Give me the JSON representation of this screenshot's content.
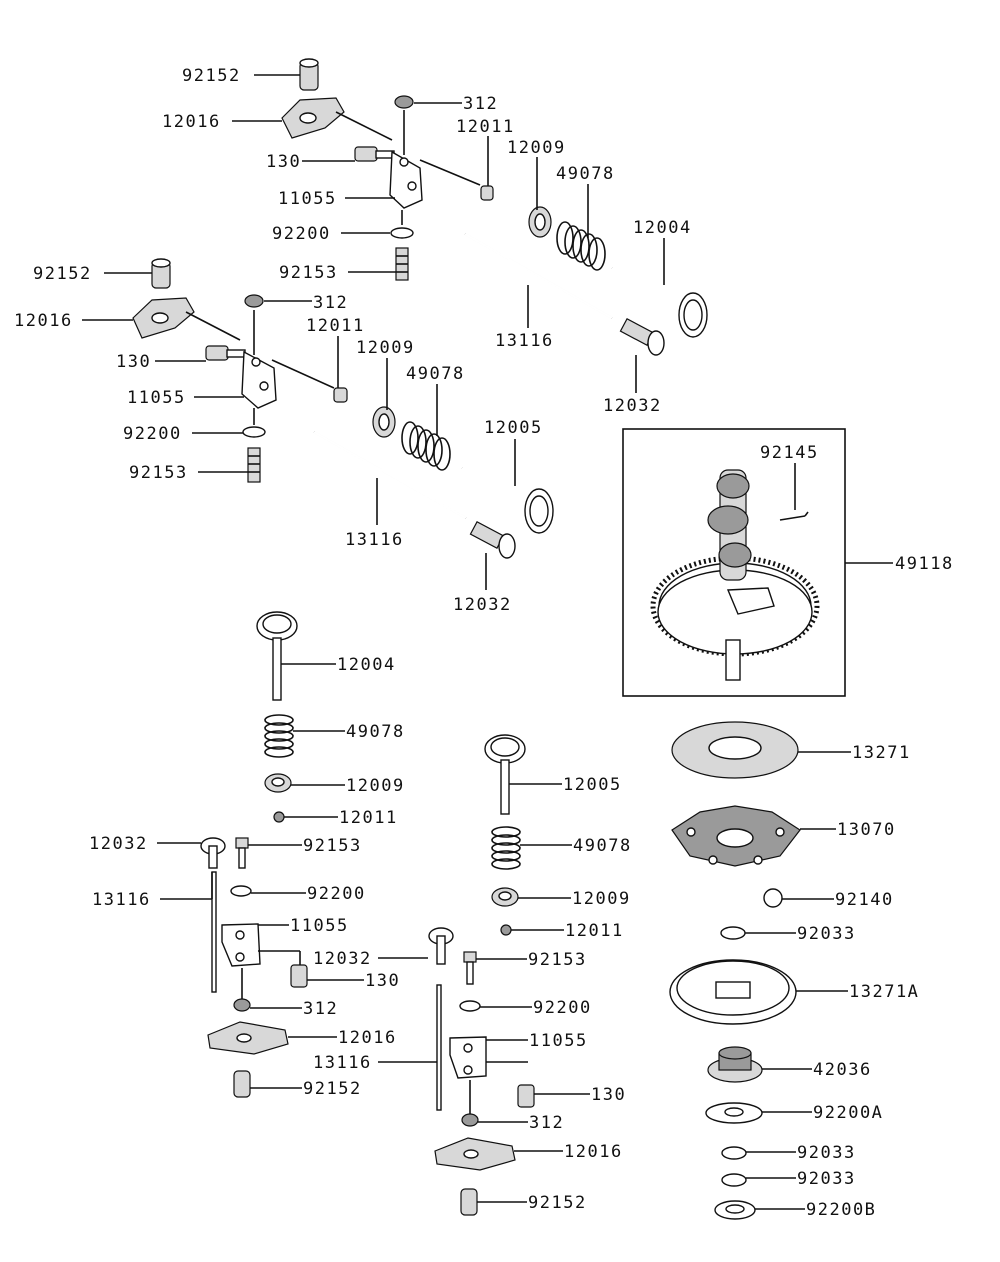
{
  "diagram": {
    "labels": [
      {
        "id": "l01",
        "text": "92152"
      },
      {
        "id": "l02",
        "text": "12016"
      },
      {
        "id": "l03",
        "text": "312"
      },
      {
        "id": "l04",
        "text": "12011"
      },
      {
        "id": "l05",
        "text": "130"
      },
      {
        "id": "l06",
        "text": "12009"
      },
      {
        "id": "l07",
        "text": "49078"
      },
      {
        "id": "l08",
        "text": "11055"
      },
      {
        "id": "l09",
        "text": "12004"
      },
      {
        "id": "l10",
        "text": "92200"
      },
      {
        "id": "l11",
        "text": "92153"
      },
      {
        "id": "l12",
        "text": "92152"
      },
      {
        "id": "l13",
        "text": "312"
      },
      {
        "id": "l14",
        "text": "12016"
      },
      {
        "id": "l15",
        "text": "12011"
      },
      {
        "id": "l16",
        "text": "13116"
      },
      {
        "id": "l17",
        "text": "130"
      },
      {
        "id": "l18",
        "text": "12009"
      },
      {
        "id": "l19",
        "text": "49078"
      },
      {
        "id": "l20",
        "text": "11055"
      },
      {
        "id": "l21",
        "text": "12032"
      },
      {
        "id": "l22",
        "text": "92200"
      },
      {
        "id": "l23",
        "text": "12005"
      },
      {
        "id": "l24",
        "text": "92145"
      },
      {
        "id": "l25",
        "text": "92153"
      },
      {
        "id": "l26",
        "text": "49118"
      },
      {
        "id": "l27",
        "text": "13116"
      },
      {
        "id": "l28",
        "text": "12032"
      },
      {
        "id": "l29",
        "text": "12004"
      },
      {
        "id": "l30",
        "text": "49078"
      },
      {
        "id": "l31",
        "text": "13271"
      },
      {
        "id": "l32",
        "text": "12005"
      },
      {
        "id": "l33",
        "text": "12009"
      },
      {
        "id": "l34",
        "text": "12011"
      },
      {
        "id": "l35",
        "text": "13070"
      },
      {
        "id": "l36",
        "text": "12032"
      },
      {
        "id": "l37",
        "text": "92153"
      },
      {
        "id": "l38",
        "text": "49078"
      },
      {
        "id": "l39",
        "text": "13116"
      },
      {
        "id": "l40",
        "text": "92200"
      },
      {
        "id": "l41",
        "text": "92140"
      },
      {
        "id": "l42",
        "text": "11055"
      },
      {
        "id": "l43",
        "text": "12009"
      },
      {
        "id": "l44",
        "text": "92033"
      },
      {
        "id": "l45",
        "text": "12011"
      },
      {
        "id": "l46",
        "text": "12032"
      },
      {
        "id": "l47",
        "text": "130"
      },
      {
        "id": "l48",
        "text": "92153"
      },
      {
        "id": "l49",
        "text": "312"
      },
      {
        "id": "l50",
        "text": "13271A"
      },
      {
        "id": "l51",
        "text": "92200"
      },
      {
        "id": "l52",
        "text": "12016"
      },
      {
        "id": "l53",
        "text": "11055"
      },
      {
        "id": "l54",
        "text": "13116"
      },
      {
        "id": "l55",
        "text": "42036"
      },
      {
        "id": "l56",
        "text": "92152"
      },
      {
        "id": "l57",
        "text": "130"
      },
      {
        "id": "l58",
        "text": "92200A"
      },
      {
        "id": "l59",
        "text": "312"
      },
      {
        "id": "l60",
        "text": "92033"
      },
      {
        "id": "l61",
        "text": "12016"
      },
      {
        "id": "l62",
        "text": "92033"
      },
      {
        "id": "l63",
        "text": "92152"
      },
      {
        "id": "l64",
        "text": "92200B"
      }
    ]
  }
}
